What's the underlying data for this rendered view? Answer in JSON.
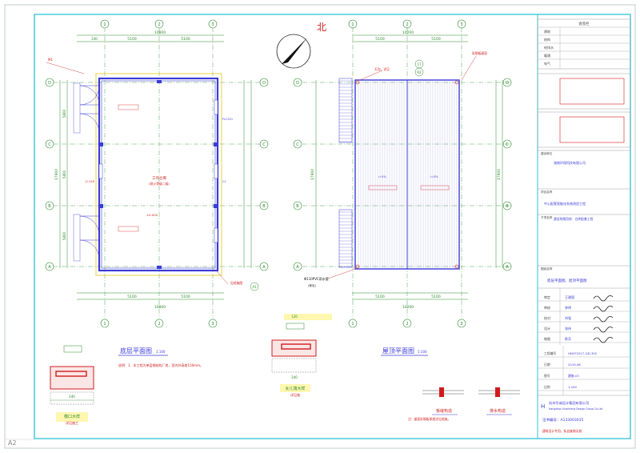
{
  "sheet": {
    "size_label": "A2",
    "colors": {
      "border": "#2ec4d6",
      "wall": "#3b3bd8",
      "dim": "#2a8a2a",
      "red": "#d11c1c",
      "axis": "#2a8a2a",
      "yellow": "#e8d040",
      "title_bar": "#2aa36e"
    }
  },
  "axes": {
    "cols": [
      "1",
      "2",
      "3"
    ],
    "rows": [
      "A",
      "B",
      "C",
      "D"
    ]
  },
  "plan_left": {
    "title": "底层平面图",
    "scale": "1:100",
    "dims_top": [
      "5100",
      "5100"
    ],
    "dim_total": "10800",
    "dim_edge": "240",
    "dims_side": [
      "5800",
      "5800",
      "5800"
    ],
    "dim_side_total": "17900",
    "room_label": "工作仓库",
    "room_sub": "(耐火等级二级)",
    "level_mark": "±0.000",
    "level_out": "-0.150",
    "door_tag": "M1",
    "tag_right": "C1",
    "tag_right2": "FLC321",
    "note": "说明：1．本工程为单层钢结构厂房，室内外高差150mm。",
    "callout": "见结施图"
  },
  "plan_right": {
    "title": "屋顶平面图",
    "scale": "1:100",
    "dims_top": [
      "5100",
      "5100"
    ],
    "dim_total": "10200",
    "dim_side_total": "17900",
    "drain": "Φ110PVC雨水管",
    "drain_sub": "(参见)",
    "gutter": "天沟，详见",
    "gutter2": "彩钢板屋面",
    "slope": "i=5%",
    "ref1": "17",
    "ref2": "R2",
    "note": "注：屋面彩钢板厚度详见结施。"
  },
  "details": {
    "d1_title": "檐口大样",
    "d1_sub": "详见施工",
    "d2_title": "女儿墙大样",
    "d2_sub": "详见施",
    "d3_title": "板缝构造",
    "d4_title": "排水构造",
    "d_dim1": "240",
    "d_dim2": "120",
    "d_dim3": "240"
  },
  "north": {
    "label": "北"
  },
  "titleblock": {
    "sign_header": "会签栏",
    "sign_rows": [
      "建筑",
      "结构",
      "给排水",
      "暖通",
      "电气"
    ],
    "client_label": "建设单位",
    "client_value": "湖南环保科技有限公司",
    "project_label": "项目名称",
    "project_value": "中心配套智能化系统改造工程",
    "sub_label": "子项名称",
    "sub_value": "建设附属用房：仓库配套工程",
    "drawing_label": "图纸名称",
    "drawing_value": "底层平面图、屋顶平面图",
    "staff": [
      {
        "role": "审定",
        "name": "王建国"
      },
      {
        "role": "审核",
        "name": "李明"
      },
      {
        "role": "校对",
        "name": "刘强"
      },
      {
        "role": "设计",
        "name": "张伟"
      },
      {
        "role": "制图",
        "name": "陈芳"
      }
    ],
    "info": [
      {
        "k": "工程编号",
        "v": "HNCF2017-GD-302"
      },
      {
        "k": "日期",
        "v": "2019.08"
      },
      {
        "k": "图号",
        "v": "建施-03"
      },
      {
        "k": "比例",
        "v": "1:100"
      }
    ],
    "company": "杭州华诚设计集团有限公司",
    "company_en": "Hangzhou Huacheng Design Group Co.Ltd",
    "cert": "证书编号：A133003035",
    "footer": "建筑设计专用，私自复制无效"
  }
}
